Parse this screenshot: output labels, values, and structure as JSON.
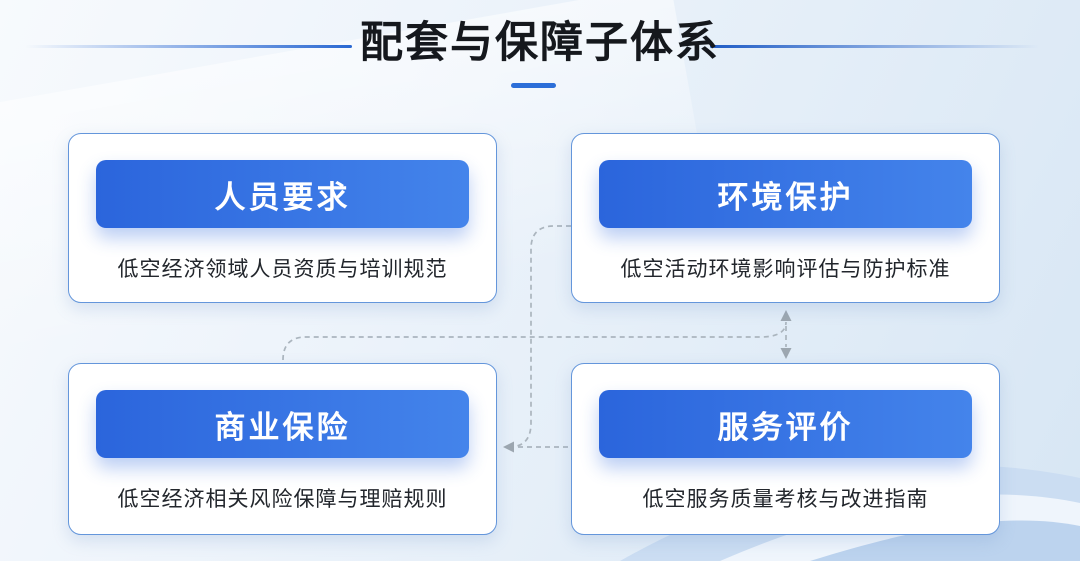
{
  "header": {
    "title": "配套与保障子体系",
    "accent_color": "#2c6ed8"
  },
  "colors": {
    "background_top": "#f7fafd",
    "background_bottom": "#d7e6f4",
    "card_border": "#6496db",
    "bar_gradient_start": "#2b65dc",
    "bar_gradient_end": "#4484eb",
    "bar_text": "#ffffff",
    "desc_text": "#22262c",
    "connector": "#abb5be"
  },
  "cards": [
    {
      "title": "人员要求",
      "desc": "低空经济领域人员资质与培训规范"
    },
    {
      "title": "环境保护",
      "desc": "低空活动环境影响评估与防护标准"
    },
    {
      "title": "商业保险",
      "desc": "低空经济相关风险保障与理赔规则"
    },
    {
      "title": "服务评价",
      "desc": "低空服务质量考核与改进指南"
    }
  ],
  "connectors": [
    {
      "name": "bottom-left-to-right-column",
      "style": "dashed",
      "arrows": "up-and-down"
    },
    {
      "name": "top-right-to-bottom-left",
      "style": "dashed",
      "arrows": "left"
    }
  ]
}
